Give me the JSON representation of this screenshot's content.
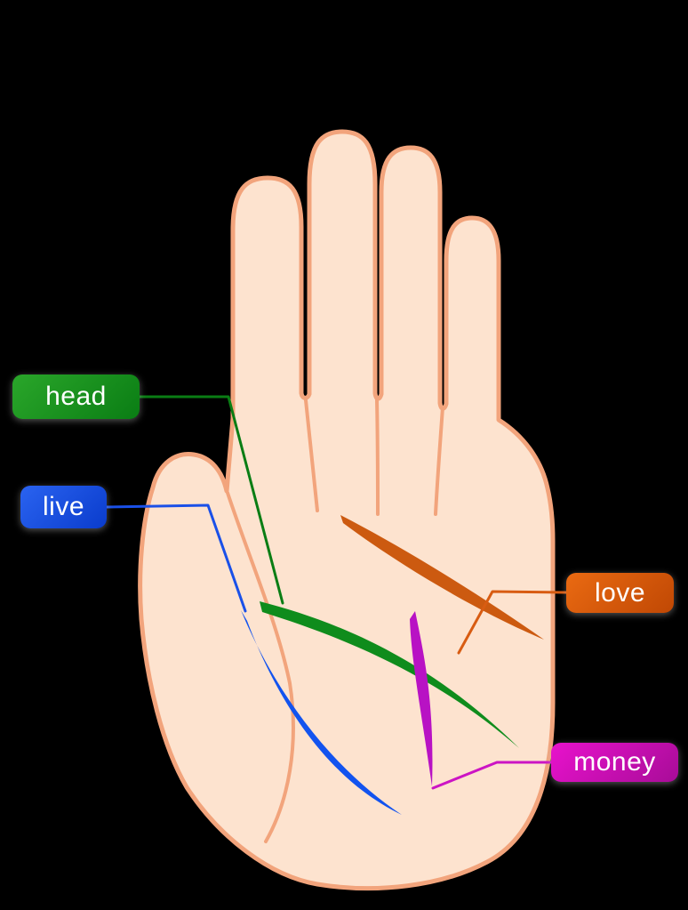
{
  "labels": {
    "head": {
      "text": "head",
      "color": "#0e8a16"
    },
    "live": {
      "text": "live",
      "color": "#1253e8"
    },
    "love": {
      "text": "love",
      "color": "#d4530a"
    },
    "money": {
      "text": "money",
      "color": "#cf10c0"
    }
  },
  "colors": {
    "background": "#000000",
    "hand_fill": "#fde3cf",
    "hand_outline": "#f2a47c",
    "line_head": "#0f8c1c",
    "line_live": "#1253ef",
    "line_love": "#cc5a10",
    "line_money": "#b812c4",
    "connector_head": "#0a7d14",
    "connector_live": "#1a50e8",
    "connector_love": "#d85c12",
    "connector_money": "#cc14c4"
  }
}
